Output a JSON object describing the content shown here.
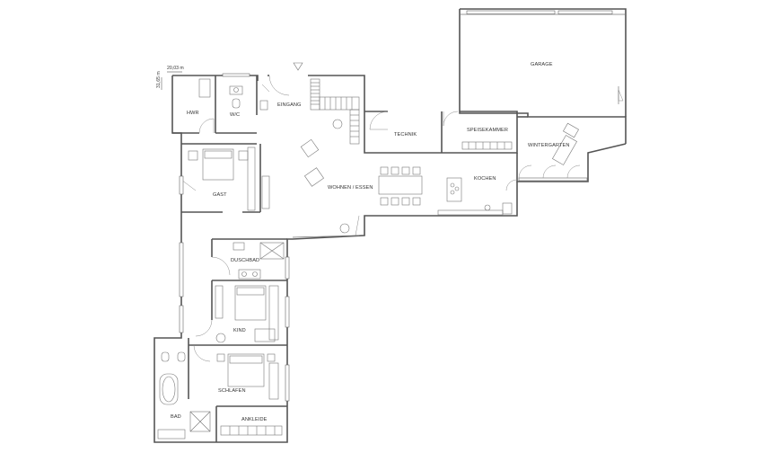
{
  "plan": {
    "rooms": {
      "garage": "GARAGE",
      "hwr": "HWR",
      "wc": "W/C",
      "eingang": "EINGANG",
      "technik": "TECHNIK",
      "speisekammer": "SPEISEKAMMER",
      "wintergarten": "WINTERGARTEN",
      "gast": "GAST",
      "wohnen_essen": "WOHNEN / ESSEN",
      "kochen": "KOCHEN",
      "duschbad": "DUSCHBAD",
      "kind": "KIND",
      "schlafen": "SCHLAFEN",
      "bad": "BAD",
      "ankleide": "ANKLEIDE"
    },
    "dimensions": {
      "width_label": "20,03 m",
      "height_label": "31,65 m"
    }
  }
}
